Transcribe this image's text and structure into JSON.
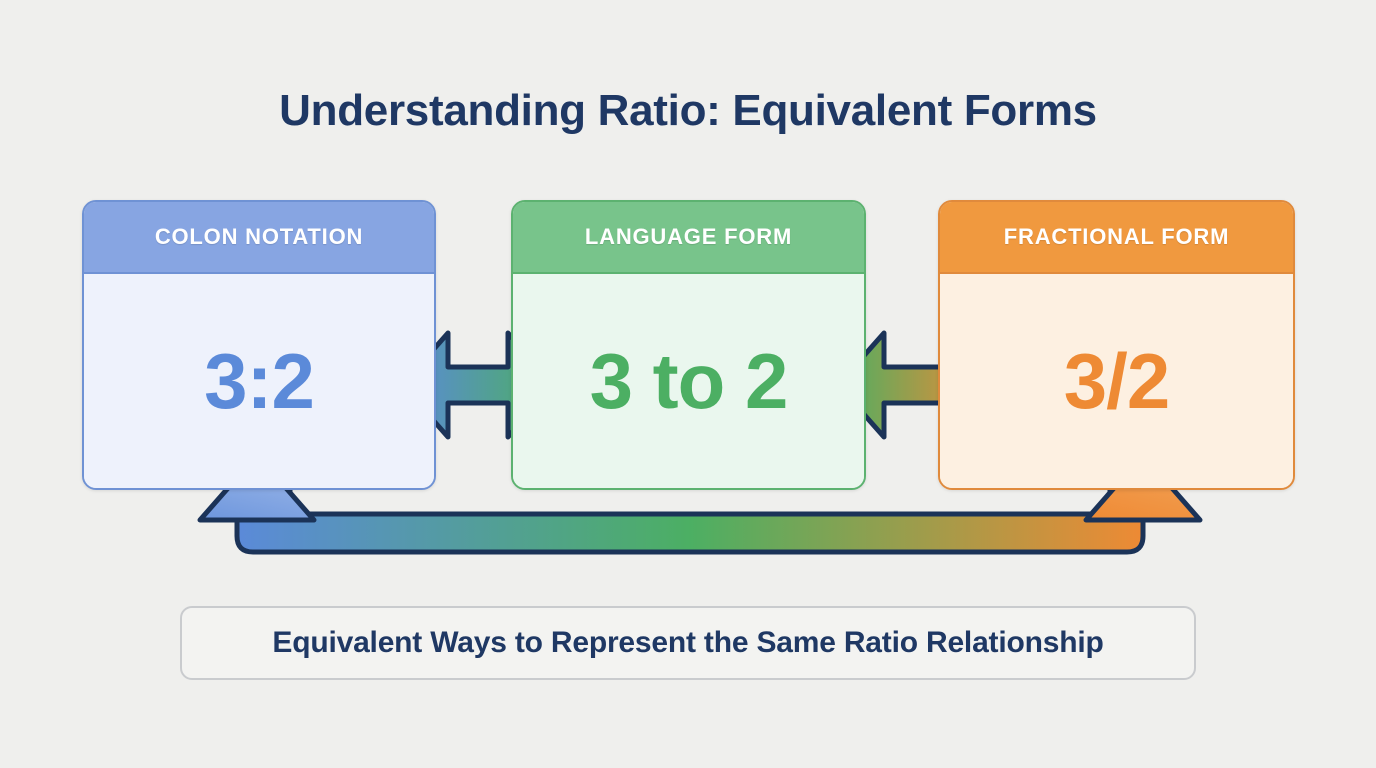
{
  "page": {
    "title": "Understanding Ratio: Equivalent Forms",
    "background_color": "#efefed",
    "title_color": "#1f3864"
  },
  "cards": [
    {
      "id": "colon",
      "header": "COLON NOTATION",
      "value": "3:2",
      "accent_color": "#87a5e2",
      "border_color": "#6f92d4",
      "body_color": "#eef2fc",
      "value_color": "#5b8ad9"
    },
    {
      "id": "language",
      "header": "LANGUAGE FORM",
      "value": "3 to 2",
      "accent_color": "#78c48b",
      "border_color": "#5cb270",
      "body_color": "#eaf7ee",
      "value_color": "#4caf63"
    },
    {
      "id": "fraction",
      "header": "FRACTIONAL FORM",
      "value": "3/2",
      "accent_color": "#f0993f",
      "border_color": "#e08a3c",
      "body_color": "#fdf0e1",
      "value_color": "#ee8a34"
    }
  ],
  "connectors": {
    "arrow_stroke_color": "#1b3358",
    "double_arrow_left": {
      "name": "colon-to-language-arrow",
      "gradient_from": "#5b8ad9",
      "gradient_to": "#4caf63"
    },
    "double_arrow_right": {
      "name": "language-to-fraction-arrow",
      "gradient_from": "#4caf63",
      "gradient_to": "#ee8a34"
    },
    "bottom_loop": {
      "name": "fraction-to-colon-loop-arrow",
      "gradient_from": "#5b8ad9",
      "gradient_mid": "#4caf63",
      "gradient_to": "#ee8a34"
    }
  },
  "caption": {
    "text": "Equivalent Ways to Represent the Same Ratio Relationship",
    "border_color": "#c9cbce",
    "background_color": "#f3f3f1",
    "text_color": "#1f3864"
  }
}
